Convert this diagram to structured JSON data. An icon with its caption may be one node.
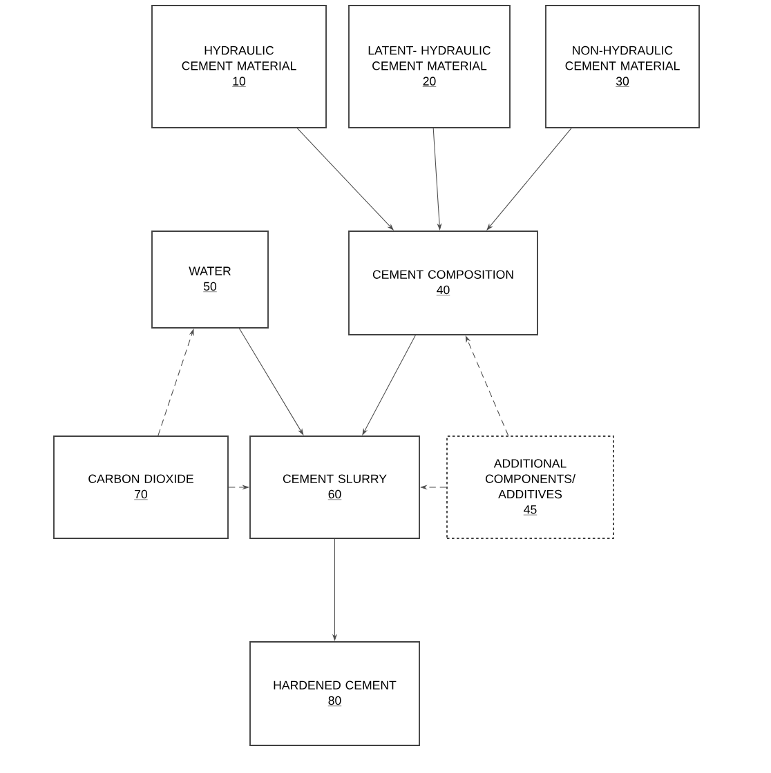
{
  "diagram": {
    "nodes": [
      {
        "text": [
          "HYDRAULIC CEMENT MATERIAL",
          "10"
        ]
      },
      {
        "text": [
          "LATENT- HYDRAULIC CEMENT MATERIAL",
          "20"
        ]
      },
      {
        "text": [
          "NON-HYDRAULIC CEMENT MATERIAL",
          "30"
        ]
      },
      {
        "text": [
          "WATER",
          "50"
        ]
      },
      {
        "text": [
          "CEMENT COMPOSITION",
          "40"
        ]
      },
      {
        "text": [
          "CARBON DIOXIDE",
          "70"
        ]
      },
      {
        "text": [
          "CEMENT SLURRY",
          "60"
        ]
      },
      {
        "text": [
          "ADDITIONAL COMPONENTS/ ADDITIVES",
          "45"
        ]
      },
      {
        "text": [
          "HARDENED CEMENT",
          "80"
        ]
      }
    ],
    "edges": [
      {
        "from": 0,
        "to": 4,
        "arrow": "to"
      },
      {
        "from": 1,
        "to": 4,
        "arrow": "to"
      },
      {
        "from": 2,
        "to": 4,
        "arrow": "to"
      },
      {
        "from": 5,
        "to": 3,
        "arrow": "to",
        "style": "dashed"
      },
      {
        "from": 3,
        "to": 6,
        "arrow": "to"
      },
      {
        "from": 4,
        "to": 6,
        "arrow": "to"
      },
      {
        "from": 7,
        "to": 4,
        "arrow": "to",
        "style": "dashed"
      },
      {
        "from": 5,
        "to": 6,
        "arrow": "to",
        "style": "dashed"
      },
      {
        "from": 7,
        "to": 6,
        "arrow": "to",
        "style": "dashed"
      },
      {
        "from": 6,
        "to": 8,
        "arrow": "to"
      }
    ]
  }
}
